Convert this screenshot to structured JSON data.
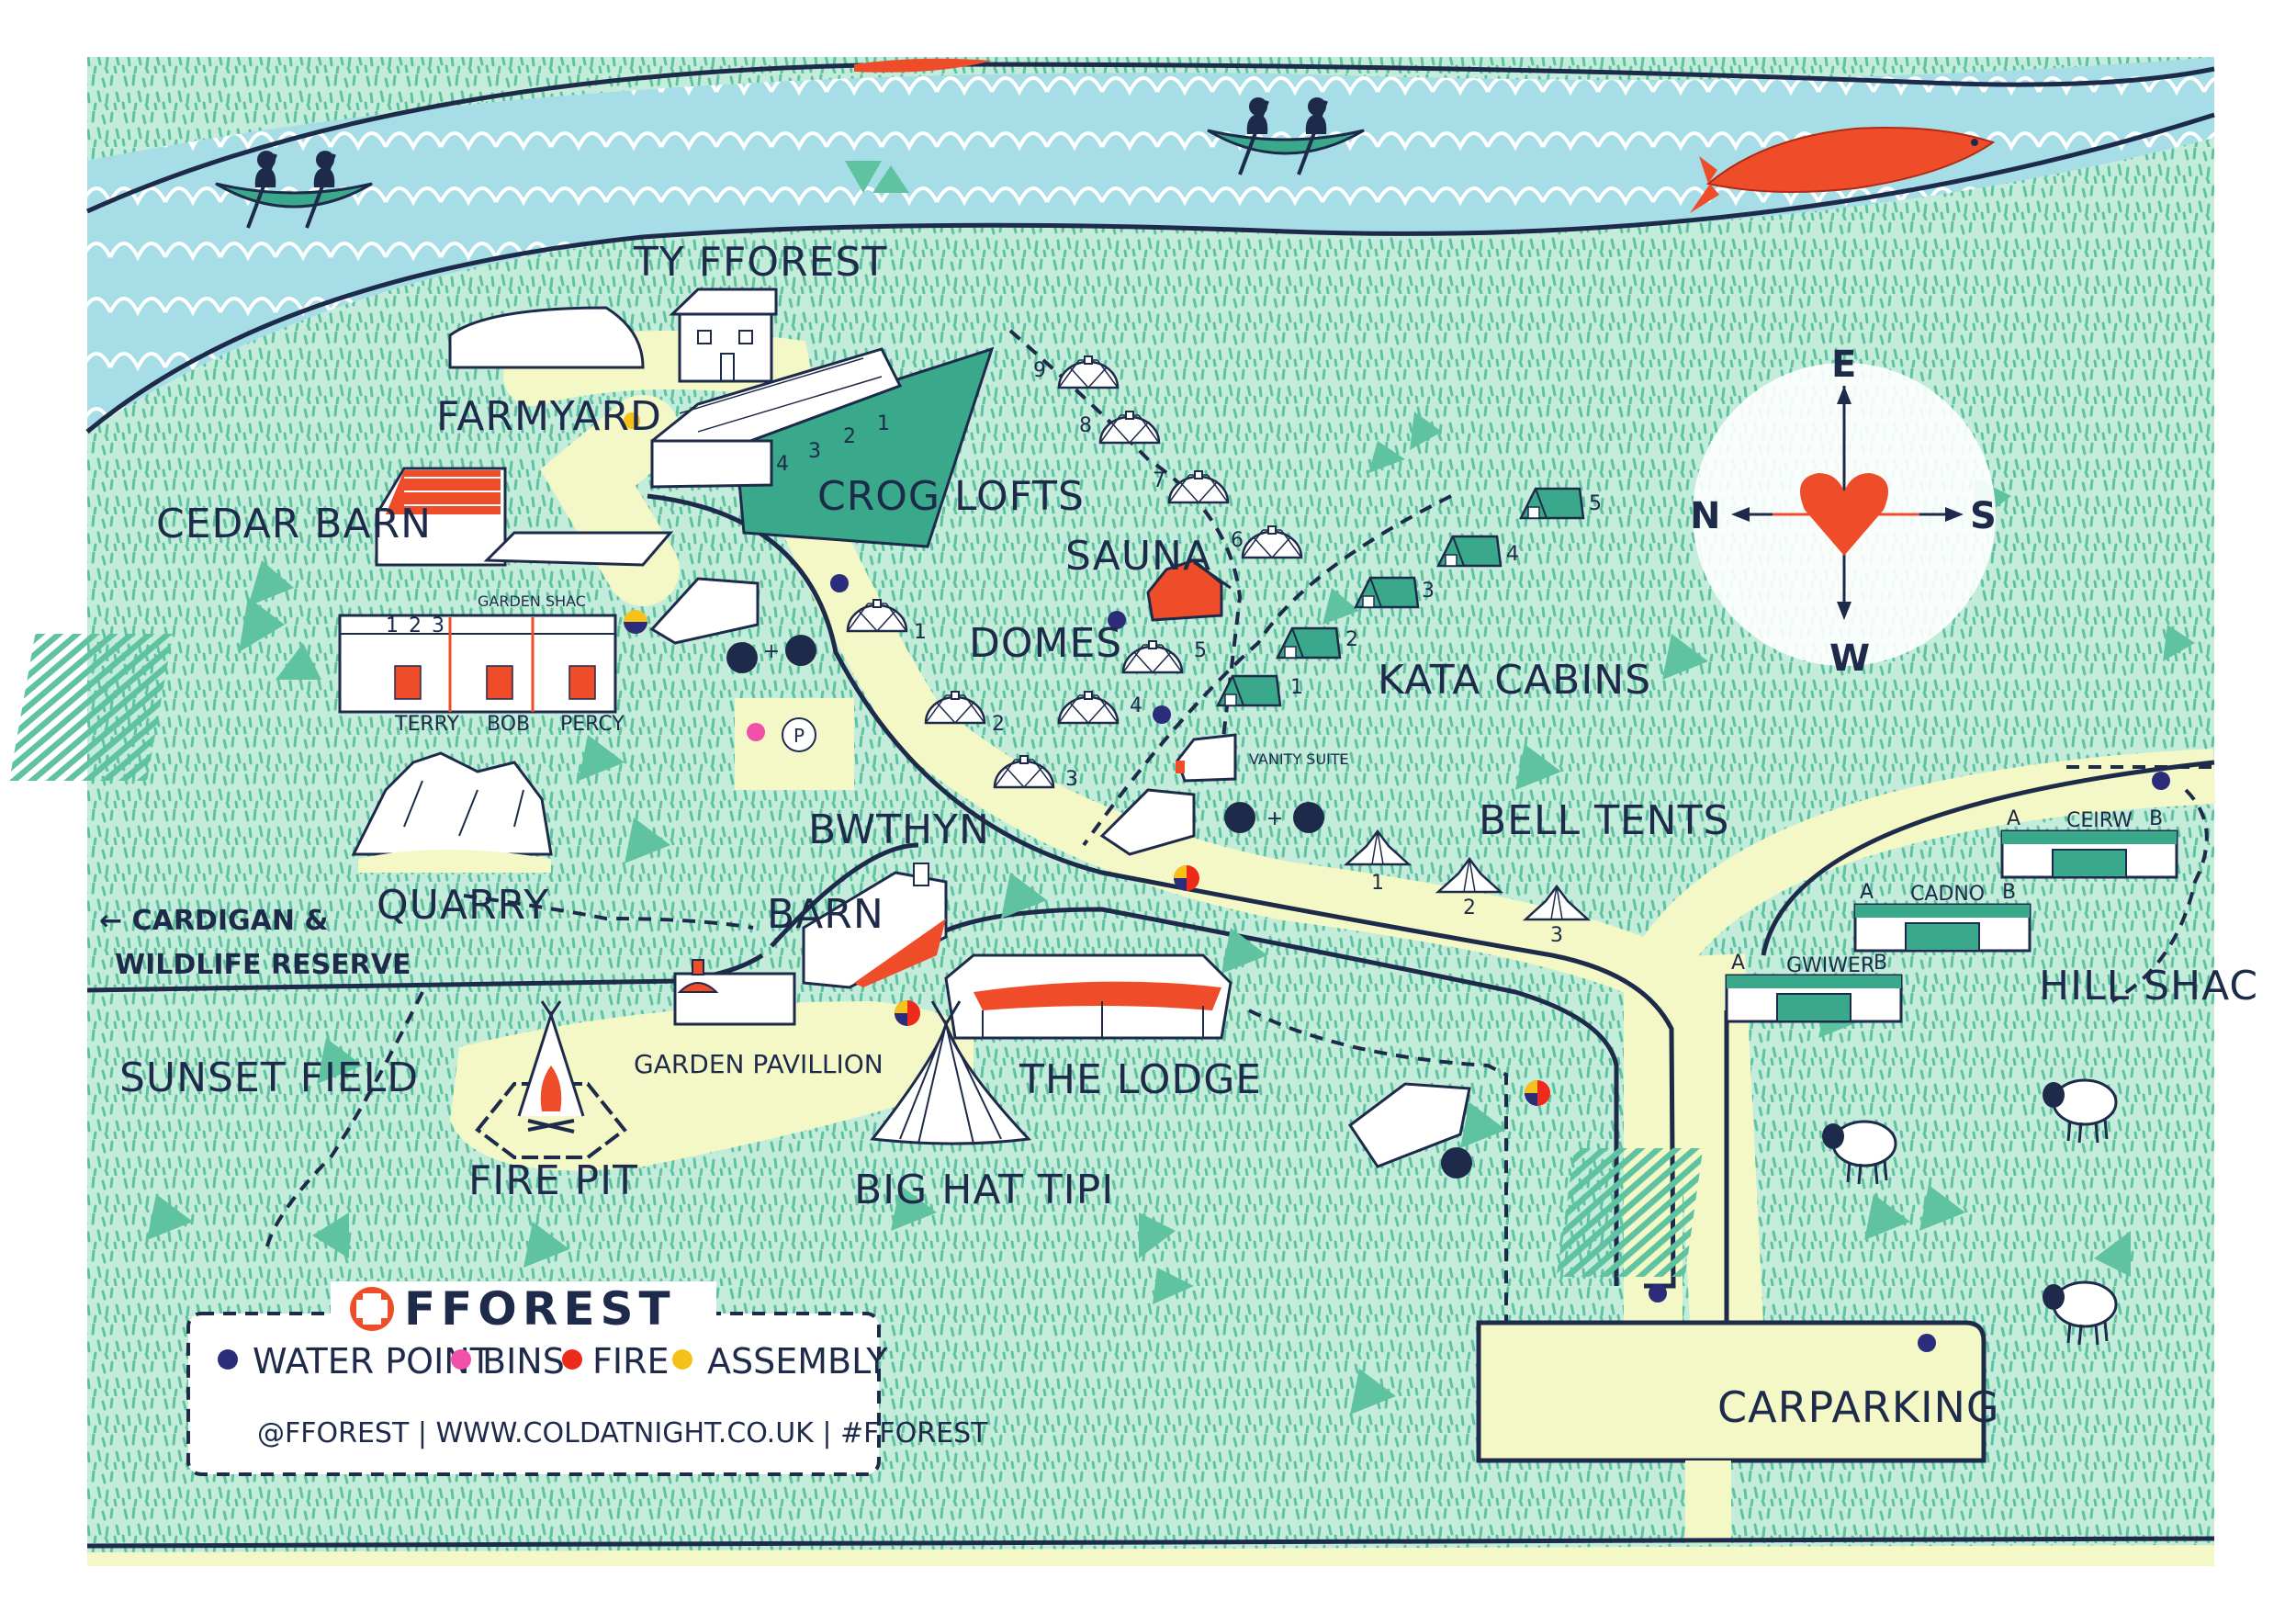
{
  "brand": "FFOREST",
  "colors": {
    "meadow": "#b9e8d4",
    "grass": "#5fc2a0",
    "river": "#a6dde6",
    "path": "#f4f7c6",
    "navy": "#1e2a4a",
    "accent": "#ef4d2a",
    "teal": "#3aa88a",
    "water_point": "#2b2d7a",
    "bins": "#f050a8",
    "fire": "#ee2a1a",
    "assembly": "#f6c21a"
  },
  "places": {
    "ty_fforest": "TY FFOREST",
    "farmyard": "FARMYARD",
    "cedar_barn": "CEDAR BARN",
    "crog_lofts": "CROG LOFTS",
    "garden_shac": "GARDEN SHAC",
    "terry": "TERRY",
    "bob": "BOB",
    "percy": "PERCY",
    "sauna": "SAUNA",
    "domes": "DOMES",
    "kata_cabins": "KATA CABINS",
    "vanity_suite": "VANITY SUITE",
    "bell_tents": "BELL TENTS",
    "bwthyn": "BWTHYN",
    "barn": "BARN",
    "quarry": "QUARRY",
    "garden_pavillion": "GARDEN PAVILLION",
    "the_lodge": "THE LODGE",
    "big_hat_tipi": "BIG HAT TIPI",
    "sunset_field": "SUNSET FIELD",
    "fire_pit": "FIRE PIT",
    "carparking": "CARPARKING",
    "hill_shac": "HILL SHAC",
    "ceirw": "CEIRW",
    "cadno": "CADNO",
    "gwiwer": "GWIWER",
    "cardigan_line1": "← CARDIGAN &",
    "cardigan_line2": "WILDLIFE RESERVE"
  },
  "cabin_units": {
    "a": "A",
    "b": "B"
  },
  "compass": {
    "north": "N",
    "south": "S",
    "east": "E",
    "west": "W"
  },
  "numbers": {
    "loft": [
      "4",
      "3",
      "2",
      "1"
    ],
    "garden_shac": [
      "1",
      "2",
      "3"
    ],
    "domes": [
      "9",
      "8",
      "7",
      "6",
      "5",
      "4",
      "3",
      "2",
      "1"
    ],
    "kata": [
      "5",
      "4",
      "3",
      "2",
      "1"
    ],
    "bell": [
      "1",
      "2",
      "3"
    ]
  },
  "parking_sign": "P",
  "legend": {
    "items": [
      {
        "label": "WATER POINT",
        "color": "#2b2d7a"
      },
      {
        "label": "BINS",
        "color": "#f050a8"
      },
      {
        "label": "FIRE",
        "color": "#ee2a1a"
      },
      {
        "label": "ASSEMBLY",
        "color": "#f6c21a"
      }
    ],
    "footer": "@FFOREST | WWW.COLDATNIGHT.CO.UK | #FFOREST"
  }
}
